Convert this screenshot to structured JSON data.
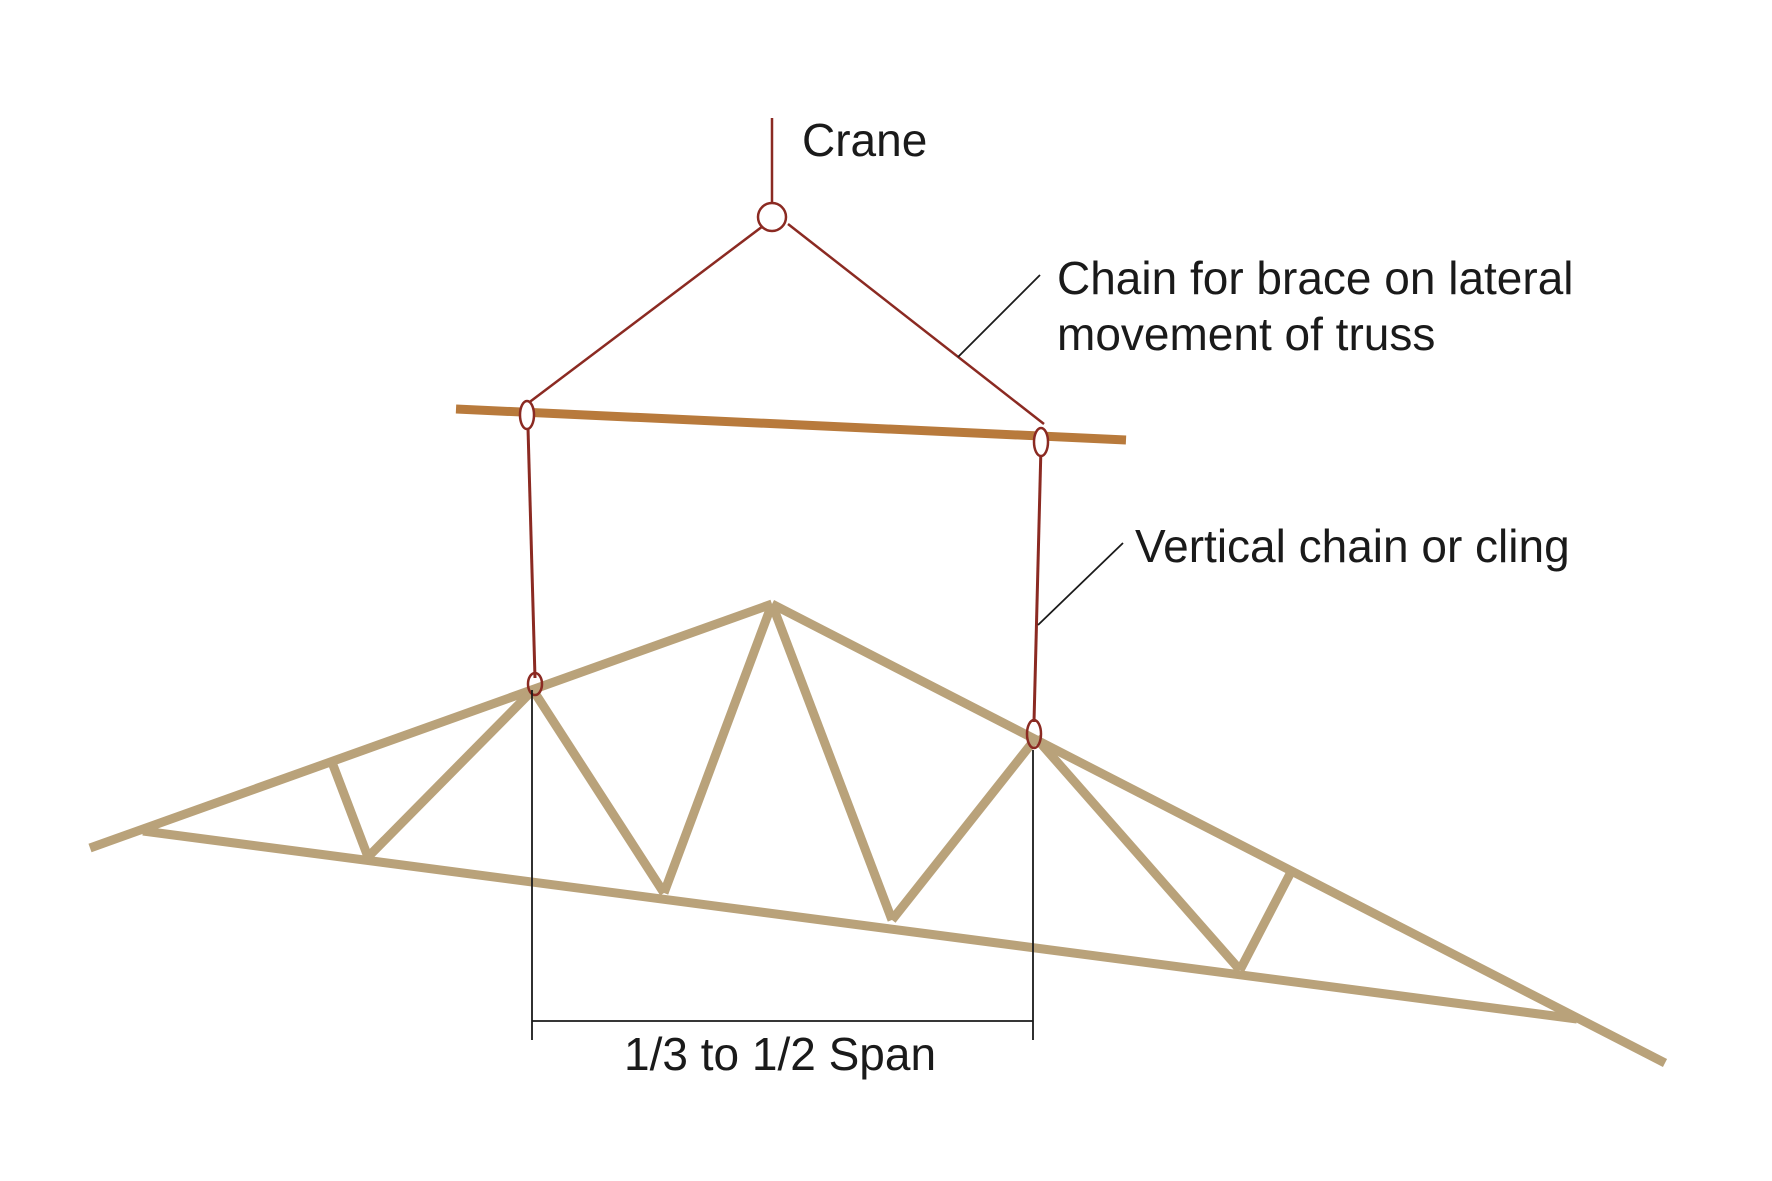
{
  "labels": {
    "crane": "Crane",
    "chain_brace_line1": "Chain for brace on lateral",
    "chain_brace_line2": "movement of truss",
    "vertical_chain": "Vertical chain or cling",
    "span": "1/3 to 1/2 Span"
  },
  "colors": {
    "truss": "#b9a27a",
    "chain": "#8b2a22",
    "spreader_bar": "#b87a3c",
    "leader_line": "#1a1a1a",
    "text": "#1a1a1a"
  }
}
